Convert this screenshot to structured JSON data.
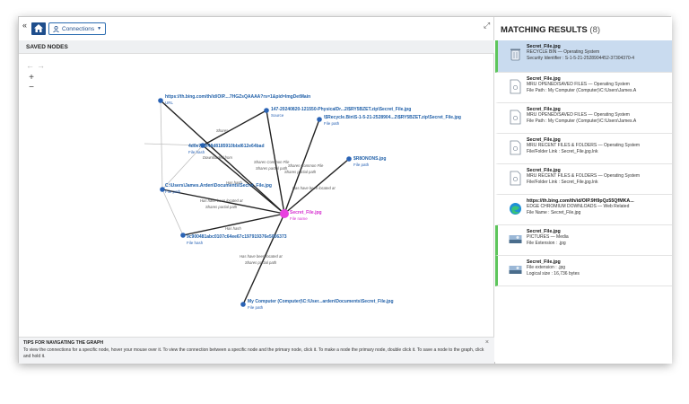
{
  "toolbar": {
    "collapse_glyph": "«",
    "connections_label": "Connections",
    "popout_glyph": "⤢"
  },
  "saved_nodes": {
    "title": "SAVED NODES"
  },
  "graph": {
    "nodes": [
      {
        "title": "https://th.bing.com/th/id/OIP....7HGZsQAAAA?rs=1&pid=ImgDetMain",
        "type": "URL"
      },
      {
        "title": "147-20240820-121550-PhysicalDr...2\\$RY5BZET.zip\\Secret_File.jpg",
        "type": "Source"
      },
      {
        "title": "\\$Recycle.Bin\\S-1-5-21-2528904...2\\$RY5BZET.zip\\Secret_File.jpg",
        "type": "File path"
      },
      {
        "title": "4d0e7b3f48d8185910bbd612e64bad",
        "type": "File hash"
      },
      {
        "title": "$R8ONONS.jpg",
        "type": "File path"
      },
      {
        "title": "C:\\Users\\James.Arden\\Documents\\Secret_File.jpg",
        "type": "File path"
      },
      {
        "title": "Secret_File.jpg",
        "type": "File name"
      },
      {
        "title": "9c900481abc0107c64ee67c197919376e5006373",
        "type": "File hash"
      },
      {
        "title": "My Computer (Computer)\\C:\\User...arden\\Documents\\Secret_File.jpg",
        "type": "File path"
      }
    ],
    "edges": [
      "Downloaded from",
      "Shares Common File",
      "Shares partial path",
      "Shares Common File",
      "Shares partial path",
      "Has hash",
      "Has have been located at",
      "Has have been located at",
      "Shares partial path",
      "Has hash",
      "Has have been located at",
      "Shares partial path",
      "Shares"
    ]
  },
  "tips": {
    "title": "TIPS FOR NAVIGATING THE GRAPH",
    "text": "To view the connections for a specific node, hover your mouse over it. To view the connection between a specific node and the primary node, click it. To make a node the primary node, double click it. To save a node to the graph, click and hold it.",
    "close_glyph": "×"
  },
  "results": {
    "title": "MATCHING RESULTS",
    "count": "(8)",
    "items": [
      {
        "name": "Secret_File.jpg",
        "line2": "RECYCLE BIN  —  Operating System",
        "line3": "Security Identifier :  S-1-5-21-2528904452-37304370-4",
        "icon": "recycle-bin-icon",
        "accent": "#5dc55b"
      },
      {
        "name": "Secret_File.jpg",
        "line2": "MRU OPENED/SAVED FILES  —  Operating System",
        "line3": "File Path :  My Computer (Computer)\\C:\\Users\\James.A",
        "icon": "document-icon",
        "accent": ""
      },
      {
        "name": "Secret_File.jpg",
        "line2": "MRU OPENED/SAVED FILES  —  Operating System",
        "line3": "File Path :  My Computer (Computer)\\C:\\Users\\James.A",
        "icon": "document-icon",
        "accent": ""
      },
      {
        "name": "Secret_File.jpg",
        "line2": "MRU RECENT FILES & FOLDERS  —  Operating System",
        "line3": "File/Folder Link :  Secret_File.jpg.lnk",
        "icon": "document-icon",
        "accent": ""
      },
      {
        "name": "Secret_File.jpg",
        "line2": "MRU RECENT FILES & FOLDERS  —  Operating System",
        "line3": "File/Folder Link :  Secret_File.jpg.lnk",
        "icon": "document-icon",
        "accent": ""
      },
      {
        "name": "https://th.bing.com/th/id/OIP.9H9pQz55QfMKA...",
        "line2": "EDGE CHROMIUM DOWNLOADS  —  Web Related",
        "line3": "File Name :  Secret_File.jpg",
        "icon": "edge-browser-icon",
        "accent": ""
      },
      {
        "name": "Secret_File.jpg",
        "line2": "PICTURES  —  Media",
        "line3": "File Extension :  .jpg",
        "icon": "picture-thumbnail-icon",
        "accent": "#5dc55b"
      },
      {
        "name": "Secret_File.jpg",
        "line2": "File extension :  .jpg",
        "line3": "Logical size :  16,736 bytes",
        "icon": "picture-thumbnail-icon",
        "accent": "#5dc55b"
      }
    ]
  },
  "colors": {
    "accent_blue": "#1f5fa8",
    "primary_node": "#e83fe0",
    "node_blue": "#2a63b5",
    "selected_bg": "#c9dbef",
    "green_marker": "#5dc55b"
  }
}
